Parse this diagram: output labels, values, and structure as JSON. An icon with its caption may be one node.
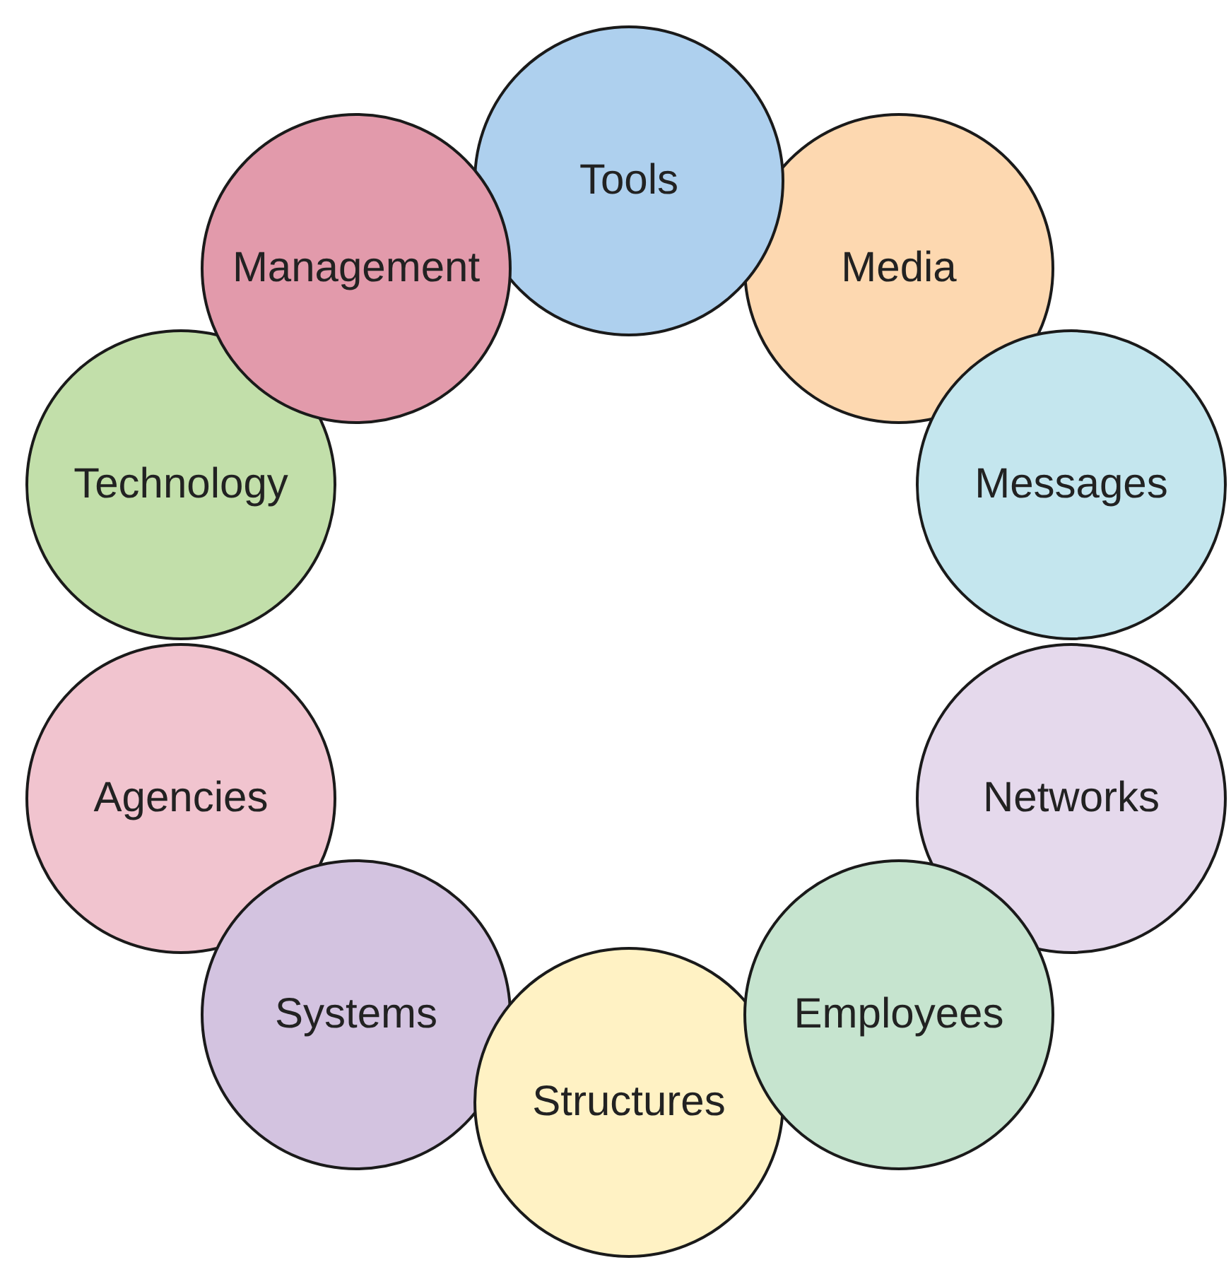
{
  "diagram": {
    "nodes": [
      {
        "text": [
          "Tools"
        ]
      },
      {
        "text": [
          "Management"
        ]
      },
      {
        "text": [
          "Media"
        ]
      },
      {
        "text": [
          "Technology"
        ]
      },
      {
        "text": [
          "Messages"
        ]
      },
      {
        "text": [
          "Agencies"
        ]
      },
      {
        "text": [
          "Networks"
        ]
      },
      {
        "text": [
          "Systems"
        ]
      },
      {
        "text": [
          "Employees"
        ]
      },
      {
        "text": [
          "Structures"
        ]
      }
    ]
  }
}
